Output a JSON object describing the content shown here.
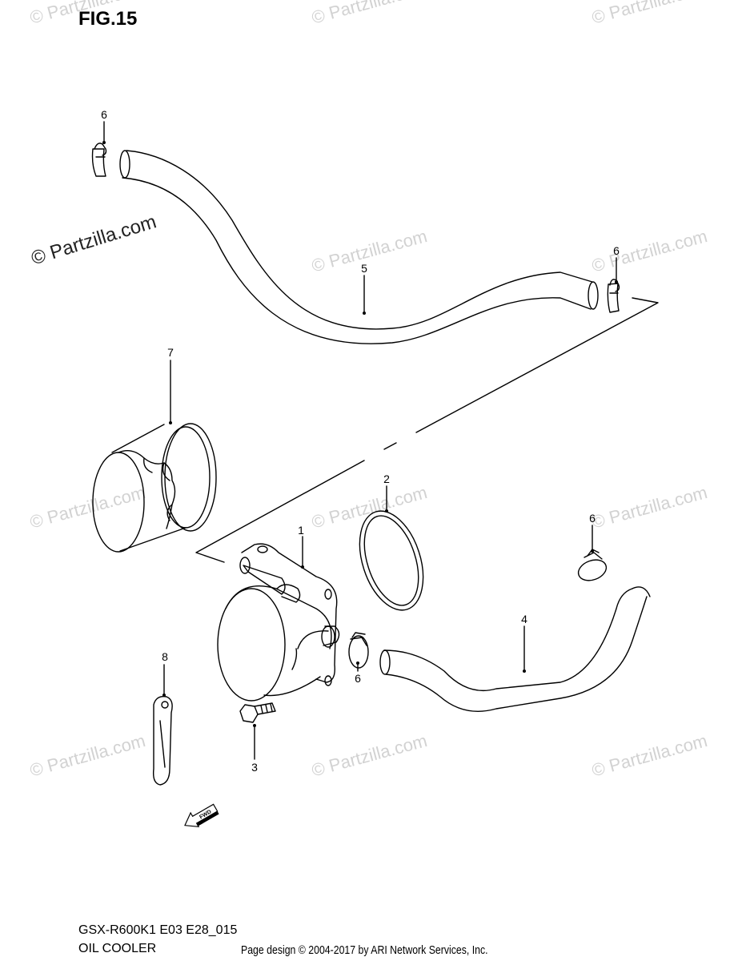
{
  "figure": {
    "title": "FIG.15",
    "model_code": "GSX-R600K1 E03 E28_015",
    "section_name": "OIL COOLER",
    "credit": "Page design © 2004-2017 by ARI Network Services, Inc.",
    "watermark_main": "© Partzilla.com",
    "watermark_faint": "© Partzilla.com",
    "direction_marker": "FWD"
  },
  "callouts": {
    "c1": "1",
    "c2": "2",
    "c3": "3",
    "c4": "4",
    "c5": "5",
    "c6a": "6",
    "c6b": "6",
    "c6c": "6",
    "c6d": "6",
    "c7": "7",
    "c8": "8"
  }
}
